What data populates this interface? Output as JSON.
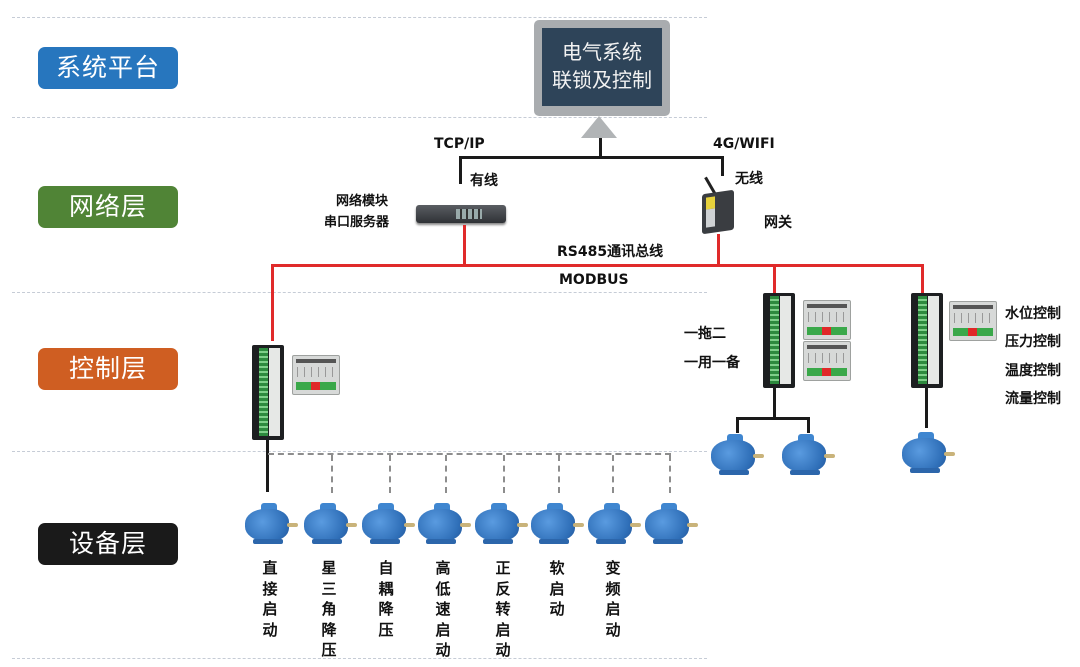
{
  "layers": {
    "platform": {
      "label": "系统平台",
      "color": "#2776be"
    },
    "network": {
      "label": "网络层",
      "color": "#508436"
    },
    "control": {
      "label": "控制层",
      "color": "#cf5e22"
    },
    "device": {
      "label": "设备层",
      "color": "#1a1a1a"
    }
  },
  "platform": {
    "monitor_line1": "电气系统",
    "monitor_line2": "联锁及控制"
  },
  "network": {
    "wired_protocol": "TCP/IP",
    "wired_label": "有线",
    "wireless_protocol": "4G/WIFI",
    "wireless_label": "无线",
    "server_line1": "网络模块",
    "server_line2": "串口服务器",
    "gateway_label": "网关"
  },
  "bus": {
    "label_top": "RS485通讯总线",
    "label_bottom": "MODBUS",
    "color": "#e02a2a"
  },
  "control": {
    "dual_labels": [
      "一拖二",
      "一用一备"
    ],
    "process_labels": [
      "水位控制",
      "压力控制",
      "温度控制",
      "流量控制"
    ]
  },
  "devices": {
    "start_methods": [
      "直接启动",
      "星三角降压",
      "自耦降压",
      "高低速启动",
      "正反转启动",
      "软启动",
      "变频启动"
    ]
  }
}
